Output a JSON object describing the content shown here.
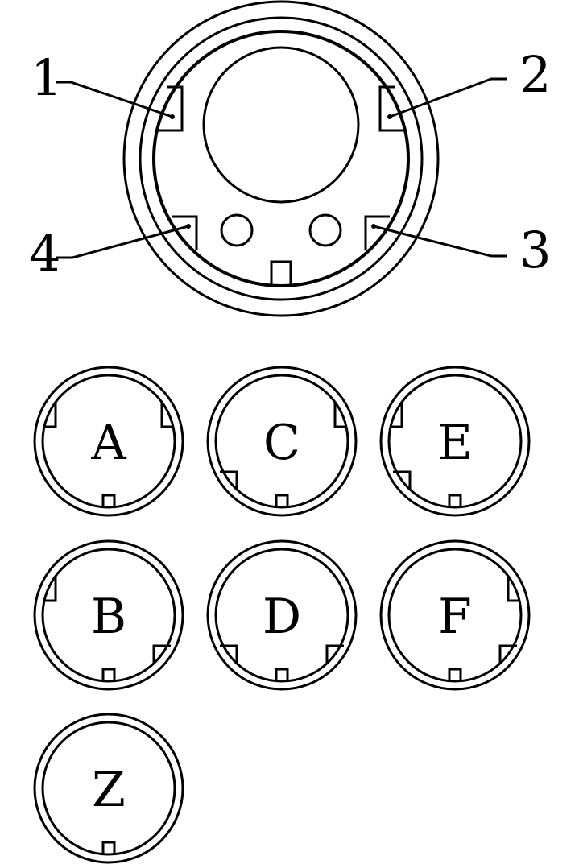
{
  "main_connector": {
    "pins": [
      {
        "label": "1"
      },
      {
        "label": "2"
      },
      {
        "label": "3"
      },
      {
        "label": "4"
      }
    ]
  },
  "options": [
    {
      "label": "A",
      "tabs": [
        "top-left",
        "top-right"
      ]
    },
    {
      "label": "C",
      "tabs": [
        "top-right",
        "bottom-left"
      ]
    },
    {
      "label": "E",
      "tabs": [
        "top-left",
        "bottom-left"
      ]
    },
    {
      "label": "B",
      "tabs": [
        "top-left",
        "bottom-right"
      ]
    },
    {
      "label": "D",
      "tabs": [
        "bottom-left",
        "bottom-right"
      ]
    },
    {
      "label": "F",
      "tabs": [
        "top-right",
        "bottom-right"
      ]
    },
    {
      "label": "Z",
      "tabs": []
    }
  ]
}
